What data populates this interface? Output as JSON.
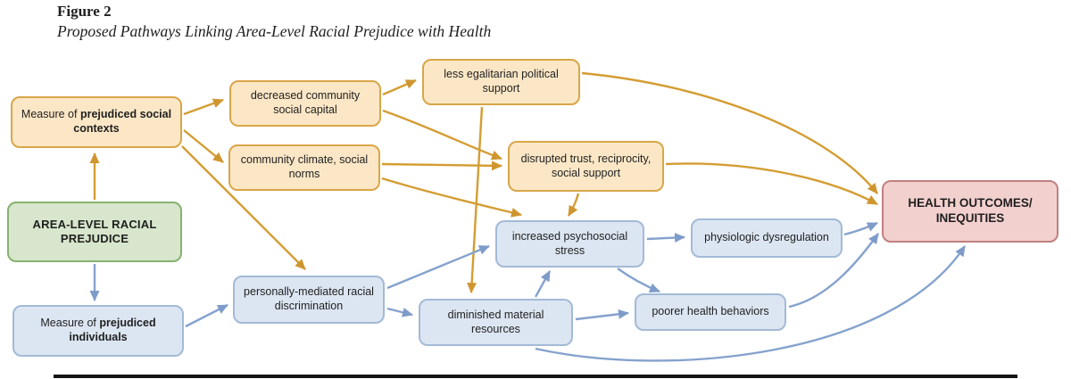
{
  "figure": {
    "label": "Figure 2",
    "caption": "Proposed Pathways Linking Area-Level Racial Prejudice with Health"
  },
  "colors": {
    "orange_fill": "#fbe7c6",
    "orange_border": "#d9a648",
    "green_fill": "#d7e6cc",
    "green_border": "#87b171",
    "blue_fill": "#dce6f2",
    "blue_border": "#a3bad6",
    "red_fill": "#f2d0ce",
    "red_border": "#c08080",
    "orange_arrow": "#cf9630",
    "blue_arrow": "#7e9cc9"
  },
  "nodes": {
    "prejudiced_contexts": {
      "prefix": "Measure of ",
      "bold": "prejudiced social contexts"
    },
    "area_prejudice": {
      "label": "AREA-LEVEL RACIAL PREJUDICE"
    },
    "prejudiced_individuals": {
      "prefix": "Measure of ",
      "bold": "prejudiced individuals"
    },
    "social_capital": {
      "label": "decreased community social capital"
    },
    "community_climate": {
      "label": "community climate, social norms"
    },
    "political_support": {
      "label": "less egalitarian political support"
    },
    "disrupted_trust": {
      "label": "disrupted trust, reciprocity, social support"
    },
    "personally_mediated": {
      "label": "personally-mediated racial discrimination"
    },
    "psychosocial_stress": {
      "label": "increased psychosocial stress"
    },
    "material_resources": {
      "label": "diminished material resources"
    },
    "physiologic_dysregulation": {
      "label": "physiologic dysregulation"
    },
    "health_behaviors": {
      "label": "poorer health behaviors"
    },
    "health_outcomes": {
      "label": "HEALTH OUTCOMES/ INEQUITIES"
    }
  }
}
